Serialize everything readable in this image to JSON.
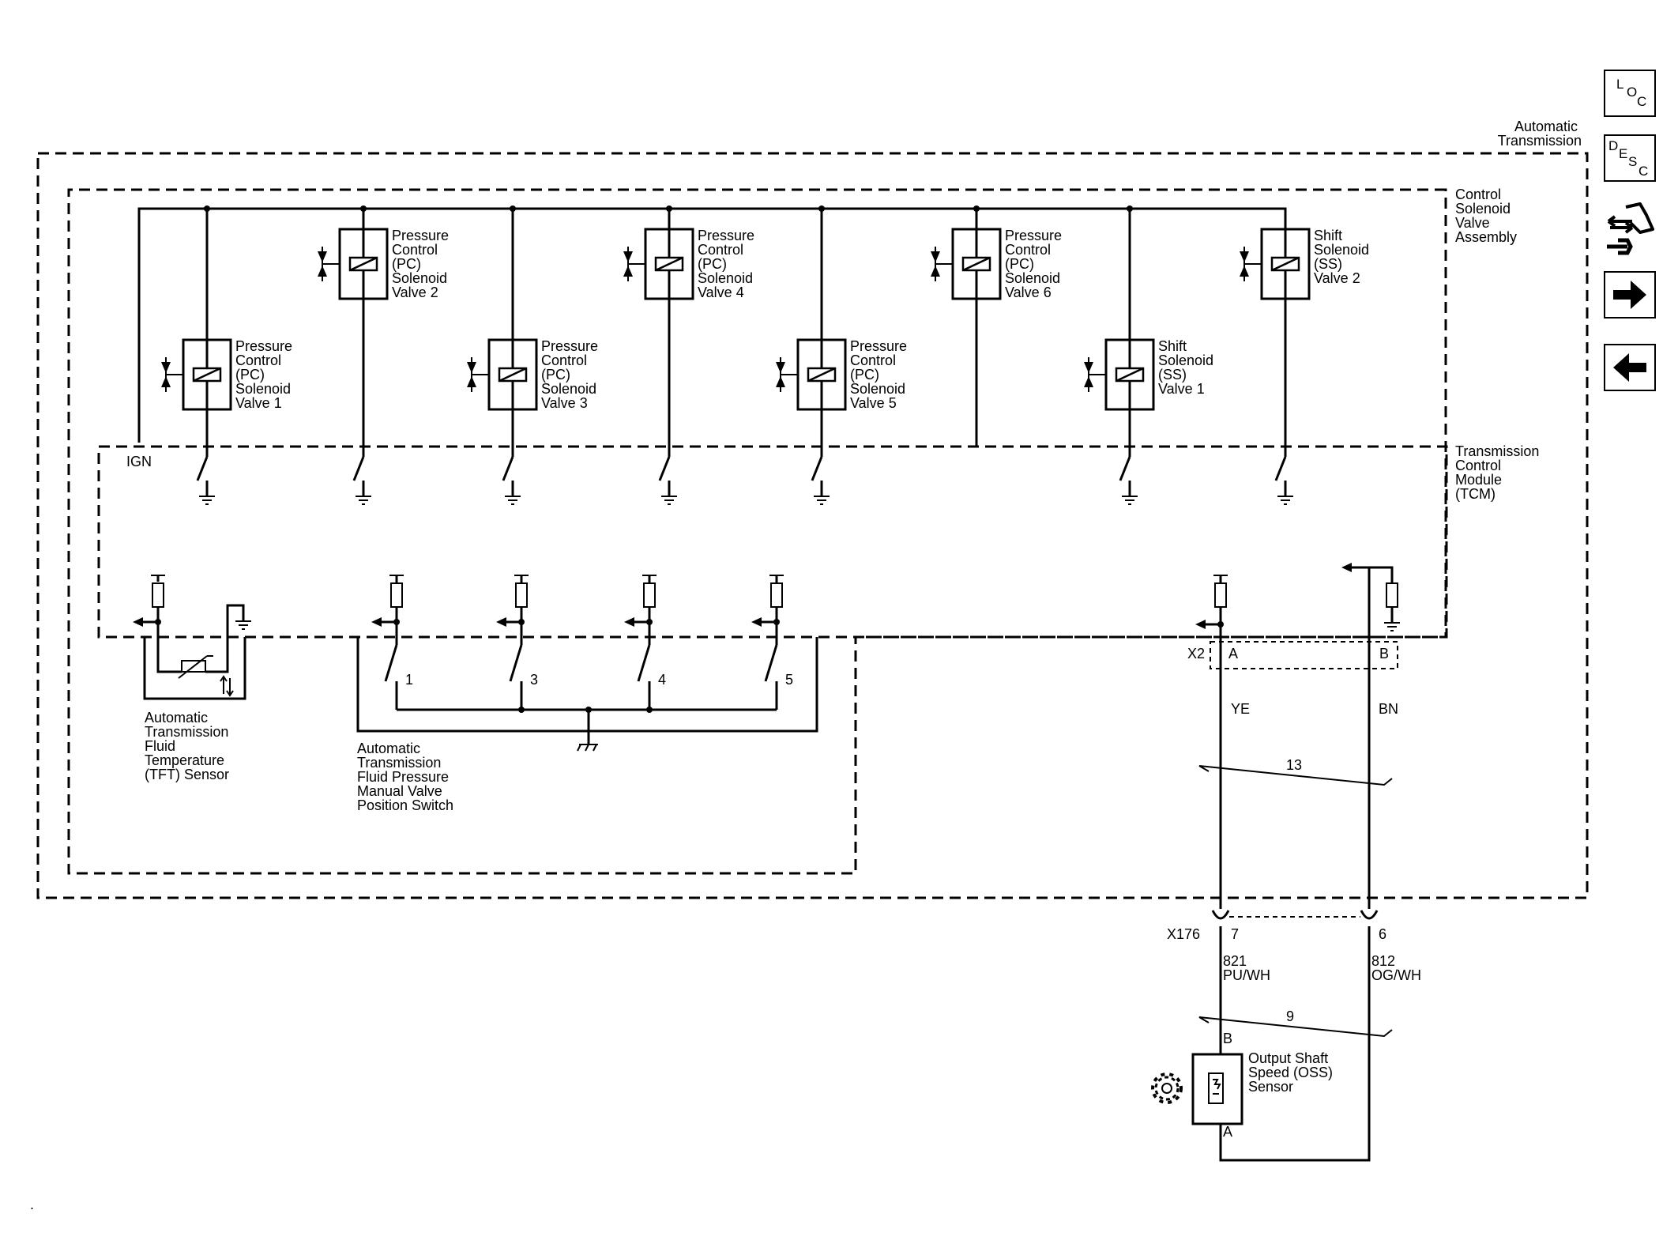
{
  "nav": {
    "loc": [
      "L",
      "O",
      "C"
    ],
    "desc": [
      "D",
      "E",
      "S",
      "C"
    ]
  },
  "enclosures": {
    "automatic_transmission": [
      "Automatic",
      "Transmission"
    ],
    "control_solenoid_valve_assembly": [
      "Control",
      "Solenoid",
      "Valve",
      "Assembly"
    ],
    "tcm": [
      "Transmission",
      "Control",
      "Module",
      "(TCM)"
    ]
  },
  "ign_label": "IGN",
  "solenoids": [
    {
      "lines": [
        "Pressure",
        "Control",
        "(PC)",
        "Solenoid",
        "Valve 1"
      ]
    },
    {
      "lines": [
        "Pressure",
        "Control",
        "(PC)",
        "Solenoid",
        "Valve 2"
      ]
    },
    {
      "lines": [
        "Pressure",
        "Control",
        "(PC)",
        "Solenoid",
        "Valve 3"
      ]
    },
    {
      "lines": [
        "Pressure",
        "Control",
        "(PC)",
        "Solenoid",
        "Valve 4"
      ]
    },
    {
      "lines": [
        "Pressure",
        "Control",
        "(PC)",
        "Solenoid",
        "Valve 5"
      ]
    },
    {
      "lines": [
        "Pressure",
        "Control",
        "(PC)",
        "Solenoid",
        "Valve 6"
      ]
    },
    {
      "lines": [
        "Shift",
        "Solenoid",
        "(SS)",
        "Valve 1"
      ]
    },
    {
      "lines": [
        "Shift",
        "Solenoid",
        "(SS)",
        "Valve 2"
      ]
    }
  ],
  "tft_sensor": [
    "Automatic",
    "Transmission",
    "Fluid",
    "Temperature",
    "(TFT) Sensor"
  ],
  "pressure_switch": {
    "contacts": [
      "1",
      "3",
      "4",
      "5"
    ],
    "lines": [
      "Automatic",
      "Transmission",
      "Fluid Pressure",
      "Manual Valve",
      "Position Switch"
    ]
  },
  "connector_x2": {
    "name": "X2",
    "pins": [
      "A",
      "B"
    ]
  },
  "wires_internal": {
    "left_color": "YE",
    "right_color": "BN",
    "twist": "13"
  },
  "connector_x176": {
    "name": "X176",
    "pins": [
      "7",
      "6"
    ]
  },
  "wires_external": {
    "left": [
      "821",
      "PU/WH"
    ],
    "right": [
      "812",
      "OG/WH"
    ],
    "twist": "9"
  },
  "oss_sensor": {
    "pin_top": "B",
    "pin_bottom": "A",
    "lines": [
      "Output Shaft",
      "Speed (OSS)",
      "Sensor"
    ]
  }
}
